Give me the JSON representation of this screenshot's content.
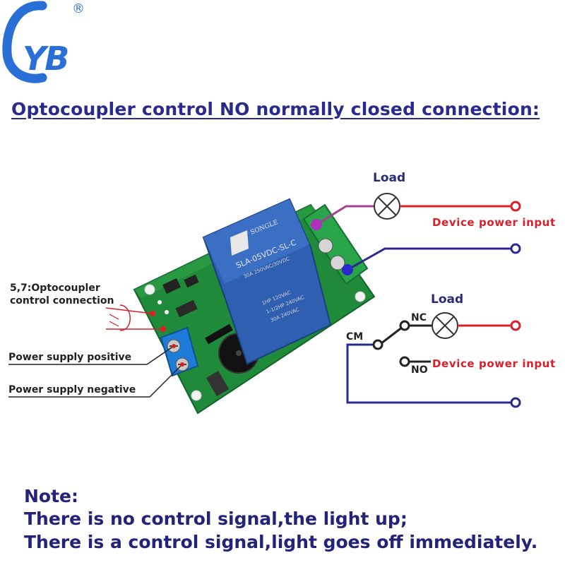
{
  "logo": {
    "text": "YB",
    "registered": "®"
  },
  "title": "Optocoupler control NO normally closed connection:",
  "top_circuit": {
    "load_label": "Load",
    "device_label": "Device power input"
  },
  "bottom_circuit": {
    "load_label": "Load",
    "device_label": "Device power input",
    "cm_label": "CM",
    "nc_label": "NC",
    "no_label": "NO"
  },
  "pins": {
    "optocoupler_line1": "5,7:Optocoupler",
    "optocoupler_line2": "control connection",
    "power_positive": "Power supply positive",
    "power_negative": "Power supply negative"
  },
  "relay": {
    "brand": "SONGLE",
    "model": "SLA-05VDC-SL-C",
    "line1": "30A 250VAC/30VDC",
    "line2": "1HP 120VAC",
    "line3": "1-1/2HP 240VAC",
    "line4": "30A 240VAC"
  },
  "note": {
    "heading": "Note:",
    "line1": "There is no control signal,the light up;",
    "line2": "There is a control signal,light goes off immediately."
  },
  "colors": {
    "title": "#2a2a8c",
    "wire_red": "#d8202a",
    "wire_blue": "#2a2a8c",
    "wire_purple": "#a04090",
    "pcb_green": "#1e8a3a",
    "relay_blue": "#2f5fb0"
  }
}
